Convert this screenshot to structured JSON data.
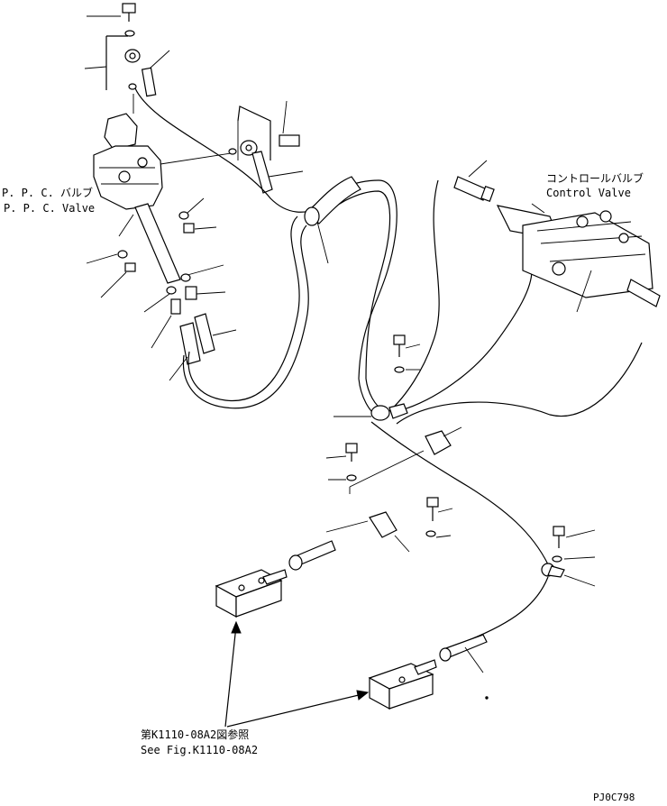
{
  "labels": {
    "ppc_valve_jp": "P. P. C. バルブ",
    "ppc_valve_en": "P. P. C. Valve",
    "control_valve_jp": "コントロールバルブ",
    "control_valve_en": "Control Valve",
    "see_fig_jp": "第K1110-08A2図参照",
    "see_fig_en": "See Fig.K1110-08A2",
    "drawing_code": "PJ0C798"
  }
}
